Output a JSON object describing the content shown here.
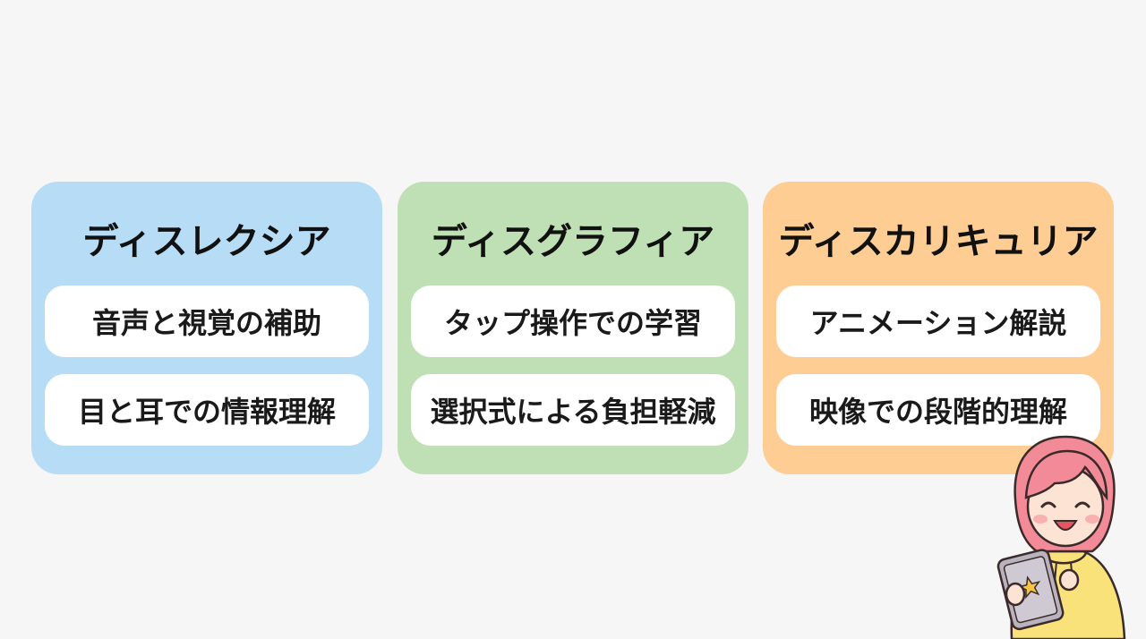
{
  "colors": {
    "background": "#f6f6f6",
    "pill": "#ffffff",
    "text": "#111111",
    "card_dyslexia": "#b7dcf5",
    "card_dysgraphia": "#bfe0b4",
    "card_dyscalculia": "#fdcd94"
  },
  "cards": [
    {
      "title": "ディスレクシア",
      "points": [
        "音声と視覚の補助",
        "目と耳での情報理解"
      ],
      "color": "#b7dcf5"
    },
    {
      "title": "ディスグラフィア",
      "points": [
        "タップ操作での学習",
        "選択式による負担軽減"
      ],
      "color": "#bfe0b4"
    },
    {
      "title": "ディスカリキュリア",
      "points": [
        "アニメーション解説",
        "映像での段階的理解"
      ],
      "color": "#fdcd94"
    }
  ],
  "mascot": {
    "icon": "girl-with-tablet-icon",
    "hair_color": "#f28b97",
    "hoodie_color": "#f9e27a",
    "tablet_color": "#b9b3bf"
  }
}
